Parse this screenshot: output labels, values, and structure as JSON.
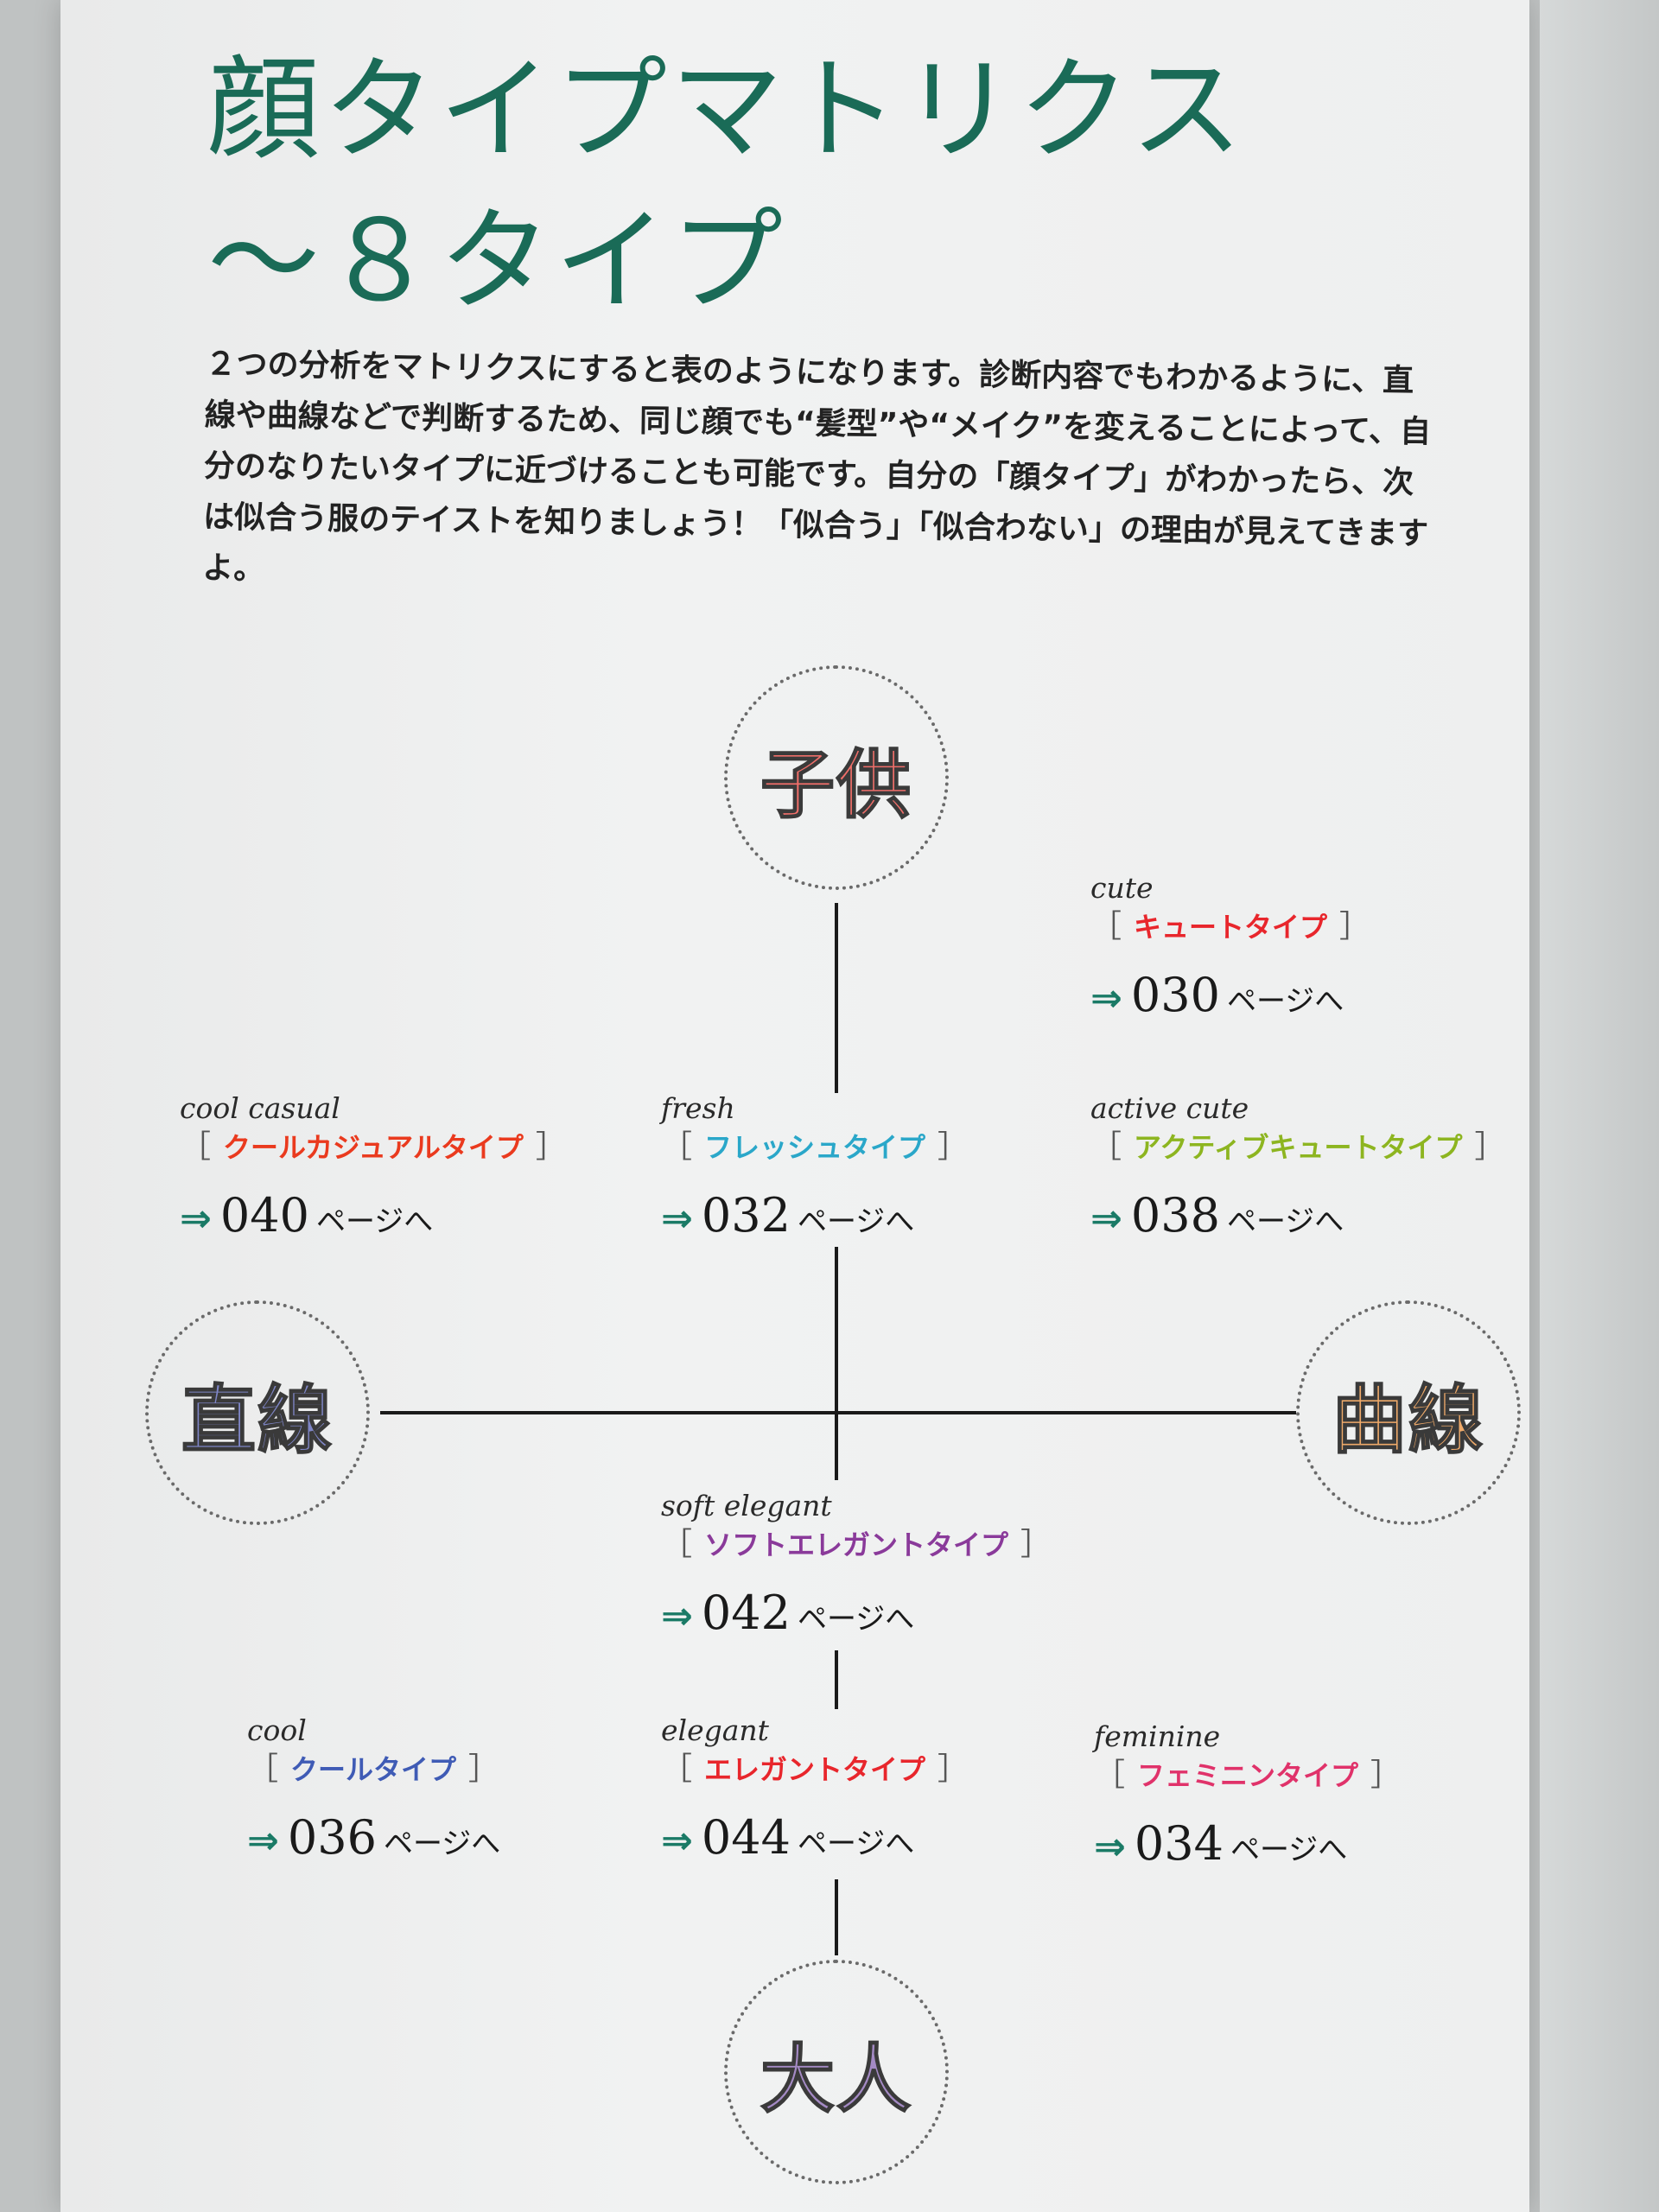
{
  "title": {
    "line1": "顔タイプマトリクス",
    "line2": "～８タイプ"
  },
  "intro": "２つの分析をマトリクスにすると表のようになります。診断内容でもわかるように、直線や曲線などで判断するため、同じ顔でも“髪型”や“メイク”を変えることによって、自分のなりたいタイプに近づけることも可能です。自分の「顔タイプ」がわかったら、次は似合う服のテイストを知りましょう！「似合う」「似合わない」の理由が見えてきますよ。",
  "axes": {
    "top": "子供",
    "bottom": "大人",
    "left": "直線",
    "right": "曲線"
  },
  "axis_colors": {
    "top": "#ef6f6a",
    "bottom": "#a48ac4",
    "left": "#7f86c6",
    "right": "#efaa6a"
  },
  "bracket_open": "［",
  "bracket_close": "］",
  "arrow": "⇒",
  "page_suffix": "ページへ",
  "types": [
    {
      "id": "cute",
      "en": "cute",
      "jp": "キュートタイプ",
      "page": "030",
      "color": "#e8262c"
    },
    {
      "id": "cool-casual",
      "en": "cool casual",
      "jp": "クールカジュアルタイプ",
      "page": "040",
      "color": "#ea3a1e"
    },
    {
      "id": "fresh",
      "en": "fresh",
      "jp": "フレッシュタイプ",
      "page": "032",
      "color": "#2aa7c9"
    },
    {
      "id": "active-cute",
      "en": "active cute",
      "jp": "アクティブキュートタイプ",
      "page": "038",
      "color": "#8db520"
    },
    {
      "id": "soft-elegant",
      "en": "soft elegant",
      "jp": "ソフトエレガントタイプ",
      "page": "042",
      "color": "#8a3a9a"
    },
    {
      "id": "cool",
      "en": "cool",
      "jp": "クールタイプ",
      "page": "036",
      "color": "#3f5bb5"
    },
    {
      "id": "elegant",
      "en": "elegant",
      "jp": "エレガントタイプ",
      "page": "044",
      "color": "#e8262c"
    },
    {
      "id": "feminine",
      "en": "feminine",
      "jp": "フェミニンタイプ",
      "page": "034",
      "color": "#e0326a"
    }
  ]
}
